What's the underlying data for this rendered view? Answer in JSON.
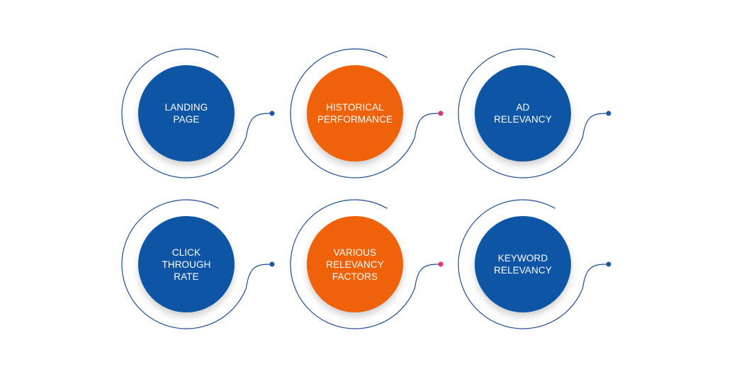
{
  "colors": {
    "blue": "#0f55a5",
    "orange": "#f0620a",
    "ring": "#1f4e96",
    "dot_blue": "#1b58a6",
    "dot_pink": "#e8336d"
  },
  "nodes": [
    {
      "label": "LANDING\nPAGE",
      "color": "blue",
      "dot": "blue"
    },
    {
      "label": "HISTORICAL\nPERFORMANCE",
      "color": "orange",
      "dot": "pink"
    },
    {
      "label": "AD\nRELEVANCY",
      "color": "blue",
      "dot": "blue"
    },
    {
      "label": "CLICK\nTHROUGH\nRATE",
      "color": "blue",
      "dot": "blue"
    },
    {
      "label": "VARIOUS\nRELEVANCY\nFACTORS",
      "color": "orange",
      "dot": "pink"
    },
    {
      "label": "KEYWORD\nRELEVANCY",
      "color": "blue",
      "dot": "blue"
    }
  ]
}
